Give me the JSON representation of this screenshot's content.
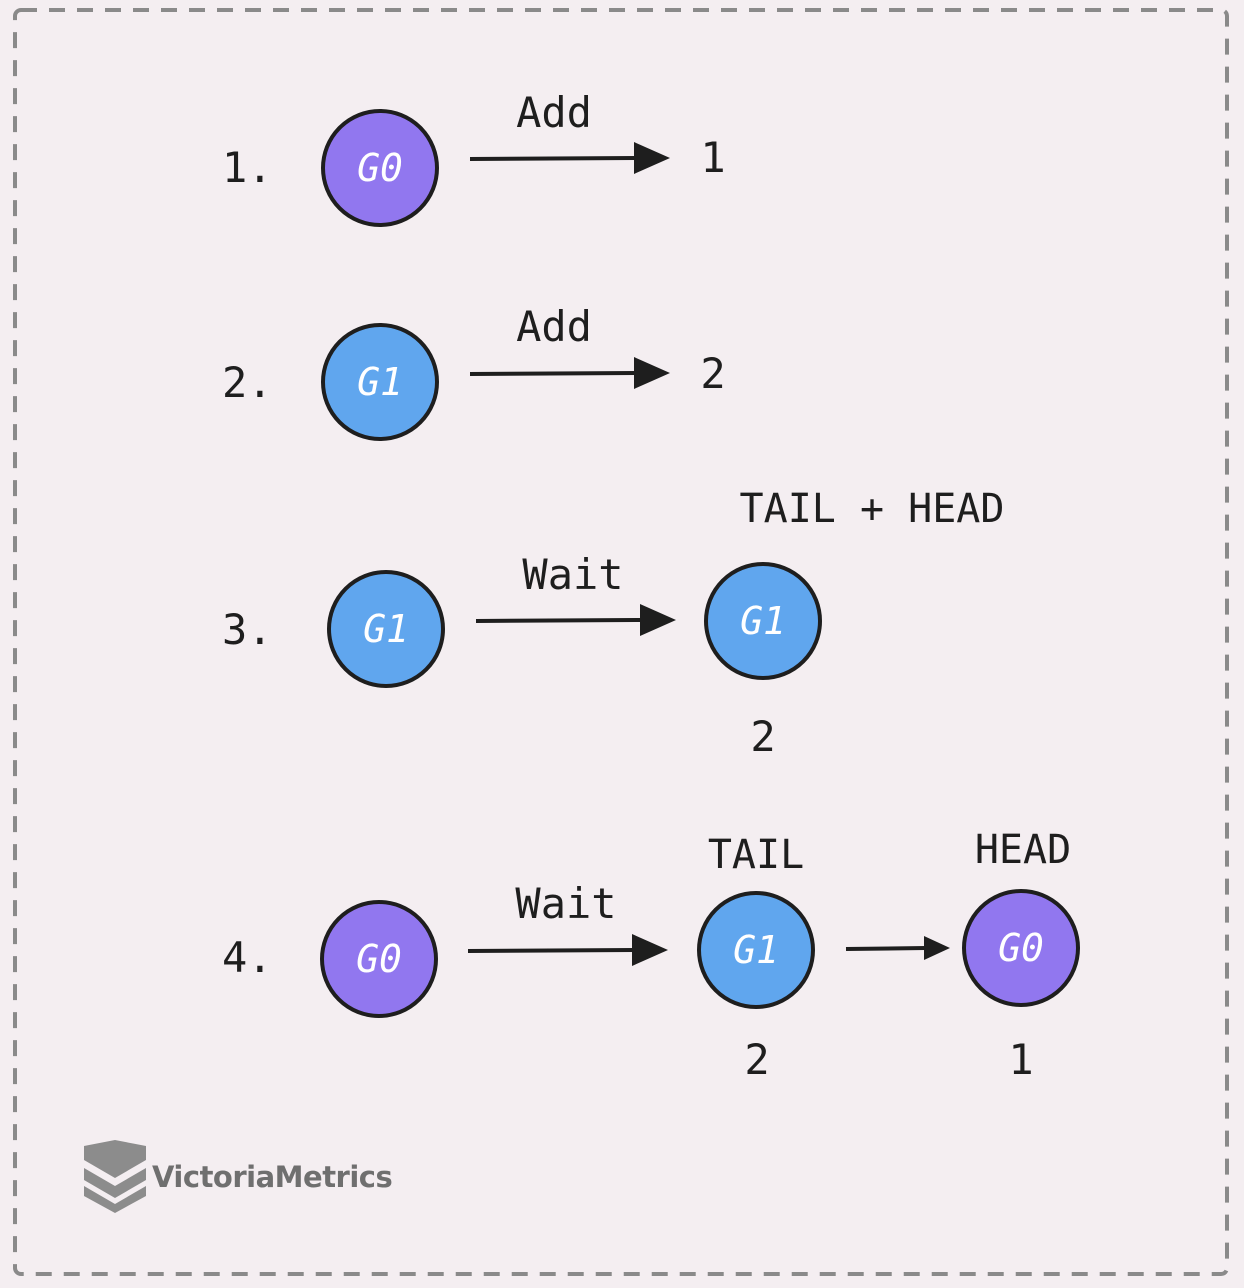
{
  "colors": {
    "background": "#f4eef1",
    "border": "#8a8a8a",
    "stroke": "#1e1e1e",
    "g0_fill": "#9177ef",
    "g1_fill": "#60a6ee",
    "text": "#1e1e1e",
    "brand": "#6f6f6f"
  },
  "steps": [
    {
      "number": "1.",
      "operation": "Add",
      "source_node": "G0",
      "result_value": "1"
    },
    {
      "number": "2.",
      "operation": "Add",
      "source_node": "G1",
      "result_value": "2"
    },
    {
      "number": "3.",
      "operation": "Wait",
      "source_node": "G1",
      "queue_marker": "TAIL + HEAD",
      "queue": [
        {
          "node": "G1",
          "value": "2"
        }
      ]
    },
    {
      "number": "4.",
      "operation": "Wait",
      "source_node": "G0",
      "queue_markers": [
        "TAIL",
        "HEAD"
      ],
      "queue": [
        {
          "node": "G1",
          "value": "2"
        },
        {
          "node": "G0",
          "value": "1"
        }
      ]
    }
  ],
  "brand": {
    "name": "VictoriaMetrics",
    "logo_icon": "victoriametrics-chevron-logo-icon"
  }
}
